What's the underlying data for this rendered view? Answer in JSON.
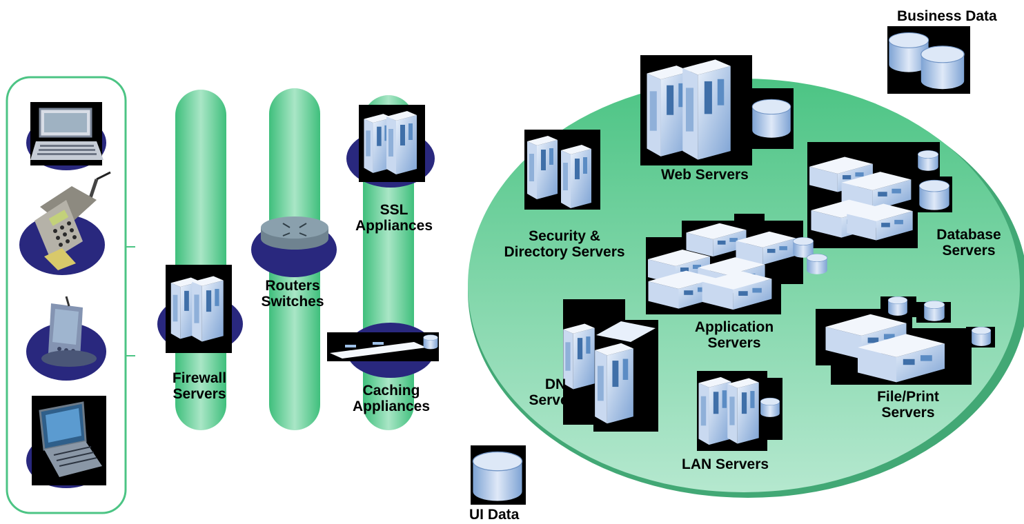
{
  "colors": {
    "accent_green": "#4cc484",
    "column_light": "#a9e6c6",
    "navy_pad": "#29287e",
    "server_blue": "#9fc1e8",
    "black_bg": "#000000"
  },
  "labels": {
    "business_data": "Business Data",
    "web_servers": "Web Servers",
    "database_servers": [
      "Database",
      "Servers"
    ],
    "security_servers": [
      "Security &",
      "Directory Servers"
    ],
    "application_servers": [
      "Application",
      "Servers"
    ],
    "dn_servers": [
      "DN",
      "Servers"
    ],
    "file_print_servers": [
      "File/Print",
      "Servers"
    ],
    "lan_servers": "LAN Servers",
    "ssl_appliances": [
      "SSL",
      "Appliances"
    ],
    "routers_switches": [
      "Routers",
      "Switches"
    ],
    "firewall_servers": [
      "Firewall",
      "Servers"
    ],
    "caching_appliances": [
      "Caching",
      "Appliances"
    ],
    "ui_data": "UI Data"
  },
  "icons": {
    "client_devices": [
      "laptop-icon",
      "mobile-phone-icon",
      "pda-icon",
      "notebook-icon"
    ],
    "network": [
      "firewall-server-icon",
      "router-icon",
      "ssl-appliance-icon",
      "caching-appliance-icon"
    ]
  }
}
